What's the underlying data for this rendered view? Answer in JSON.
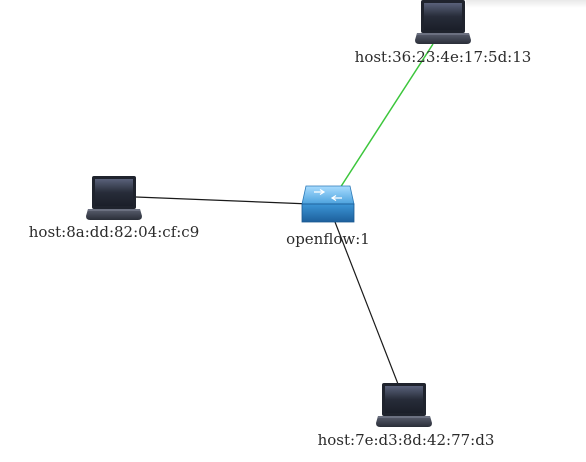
{
  "topology": {
    "switch": {
      "id": "sw",
      "label": "openflow:1"
    },
    "hosts": [
      {
        "id": "h1",
        "label": "host:36:23:4e:17:5d:13"
      },
      {
        "id": "h2",
        "label": "host:8a:dd:82:04:cf:c9"
      },
      {
        "id": "h3",
        "label": "host:7e:d3:8d:42:77:d3"
      }
    ],
    "links": [
      {
        "from": "sw",
        "to": "h1",
        "color": "#3cc63c"
      },
      {
        "from": "sw",
        "to": "h2",
        "color": "#1a1a1a"
      },
      {
        "from": "sw",
        "to": "h3",
        "color": "#1a1a1a"
      }
    ]
  },
  "colors": {
    "switch_top": "#7cc0ee",
    "switch_front": "#2f86c8",
    "laptop_body": "#2e3440"
  }
}
